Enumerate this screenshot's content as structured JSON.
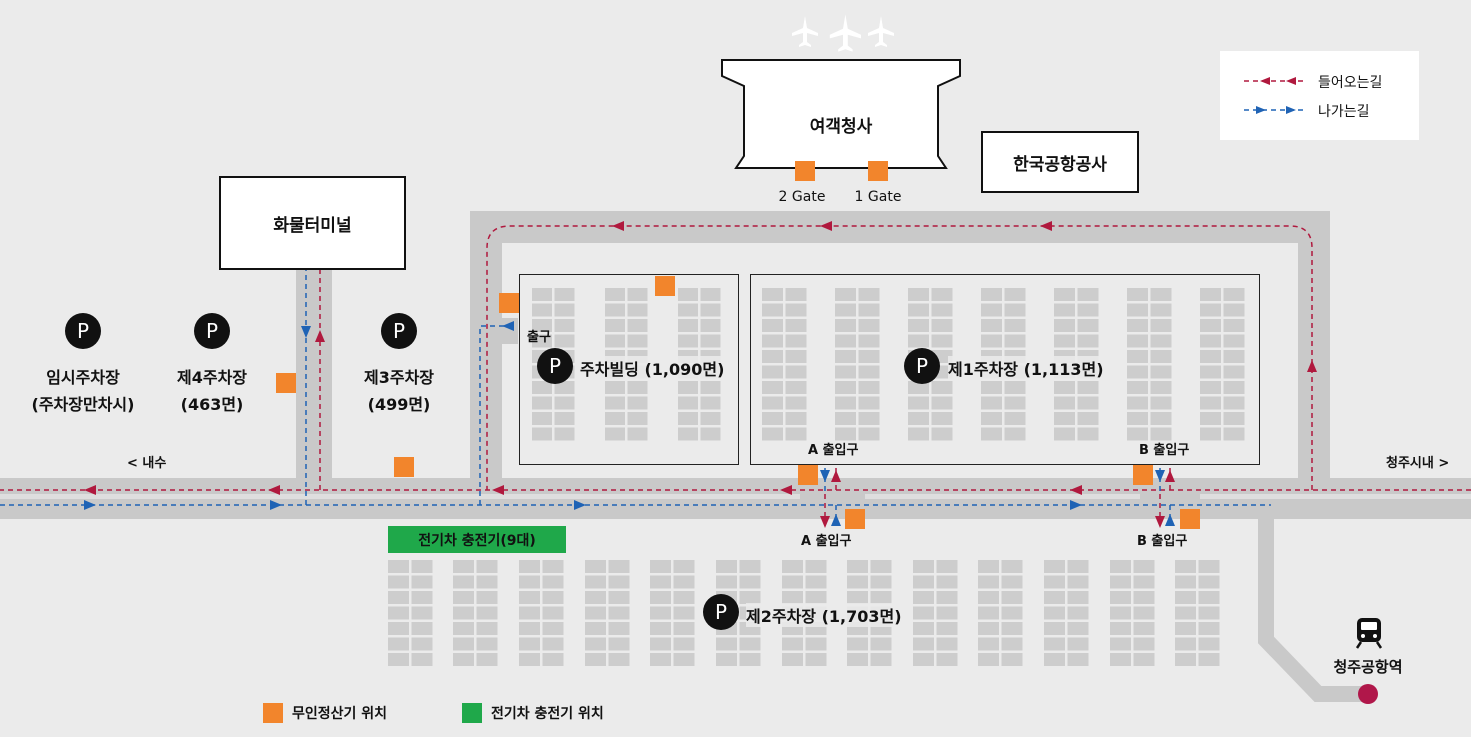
{
  "buildings": {
    "terminal": "여객청사",
    "airport_corp": "한국공항공사",
    "cargo": "화물터미널"
  },
  "gates": {
    "gate2": "2 Gate",
    "gate1": "1 Gate"
  },
  "parking": {
    "p_symbol": "P",
    "temp": {
      "line1": "임시주차장",
      "line2": "(주차장만차시)"
    },
    "lot4": {
      "line1": "제4주차장",
      "line2": "(463면)"
    },
    "lot3": {
      "line1": "제3주차장",
      "line2": "(499면)"
    },
    "building": "주차빌딩 (1,090면)",
    "lot1": "제1주차장 (1,113면)",
    "lot2": "제2주차장 (1,703면)"
  },
  "labels": {
    "exit": "출구",
    "a_entrance_top": "A 출입구",
    "b_entrance_top": "B 출입구",
    "a_entrance_bottom": "A 출입구",
    "b_entrance_bottom": "B 출입구",
    "naesu": "< 내수",
    "city": "청주시내 >",
    "station": "청주공항역",
    "ev_charger": "전기차 충전기(9대)"
  },
  "legend": {
    "incoming": "들어오는길",
    "outgoing": "나가는길",
    "kiosk": "무인정산기 위치",
    "ev": "전기차 충전기 위치"
  },
  "colors": {
    "road": "#c9c9c9",
    "incoming": "#b0193e",
    "outgoing": "#1f63b5",
    "kiosk": "#f2852c",
    "ev": "#1fa84a",
    "station": "#b0174a"
  }
}
